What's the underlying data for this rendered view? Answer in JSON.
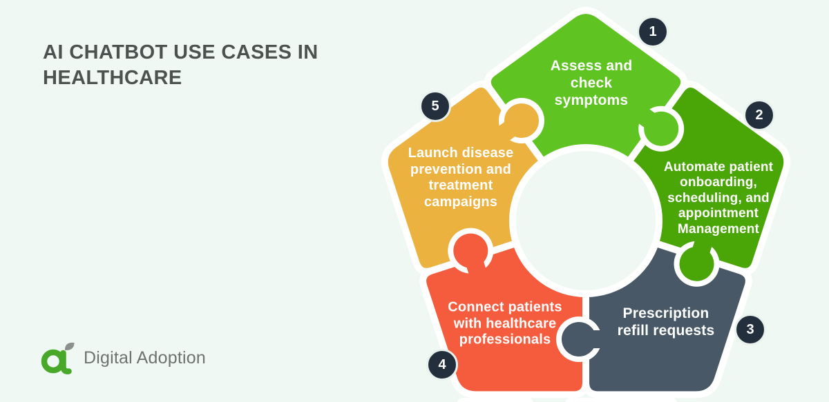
{
  "title": "AI CHATBOT USE CASES IN\nHEALTHCARE",
  "title_color": "#4b5250",
  "background": "#eff8f2",
  "pieces": [
    {
      "number": "1",
      "label": "Assess and\ncheck\nsymptoms",
      "color": "#5fc322"
    },
    {
      "number": "2",
      "label": "Automate patient\nonboarding,\nscheduling, and\nappointment\nManagement",
      "color": "#4aa507"
    },
    {
      "number": "3",
      "label": "Prescription\nrefill requests",
      "color": "#485866"
    },
    {
      "number": "4",
      "label": "Connect patients\nwith healthcare\nprofessionals",
      "color": "#f55c3d"
    },
    {
      "number": "5",
      "label": "Launch disease\nprevention and\ntreatment\ncampaigns",
      "color": "#ebb240"
    }
  ],
  "badge": {
    "bg": "#232f3c",
    "ring": "#e9f2ec",
    "text_color": "#ffffff"
  },
  "logo": {
    "text": "Digital Adoption",
    "mark_color": "#47a82a",
    "leaf_color": "#8c918f",
    "text_color": "#6e7371"
  }
}
